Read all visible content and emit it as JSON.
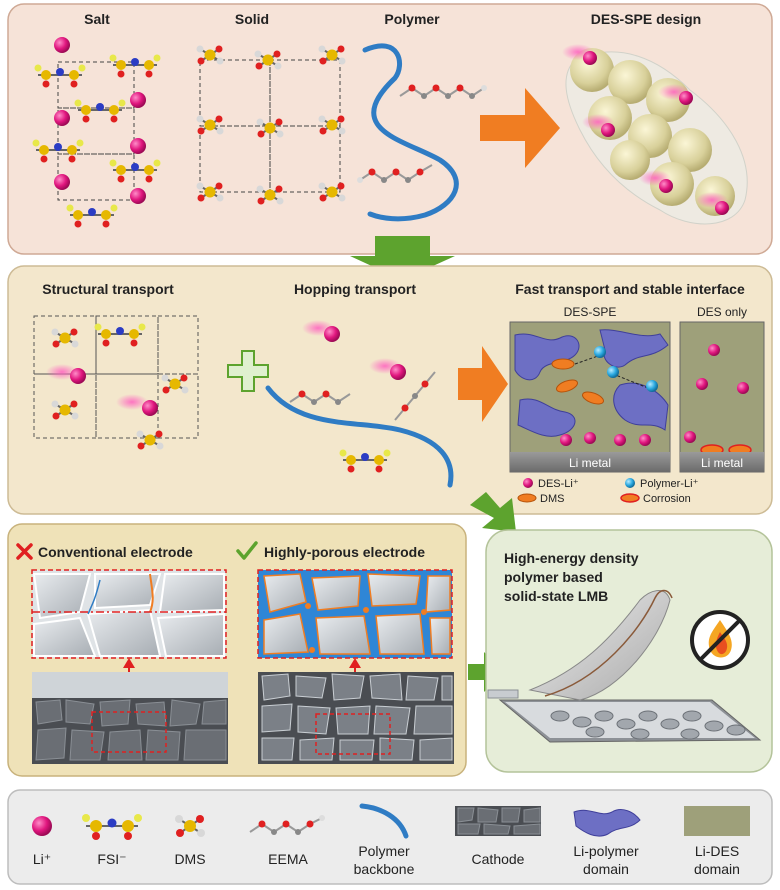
{
  "top": {
    "salt": "Salt",
    "solid": "Solid",
    "polymer": "Polymer",
    "design": "DES-SPE design"
  },
  "middle": {
    "structural": "Structural transport",
    "hopping": "Hopping transport",
    "fast": "Fast transport and stable interface",
    "des_spe": "DES-SPE",
    "des_only": "DES only",
    "li_metal_1": "Li metal",
    "li_metal_2": "Li metal",
    "legend_des_li": "DES-Li⁺",
    "legend_polymer_li": "Polymer-Li⁺",
    "legend_dms": "DMS",
    "legend_corrosion": "Corrosion"
  },
  "lower": {
    "conventional": "Conventional electrode",
    "porous": "Highly-porous electrode",
    "lmb_line1": "High-energy density",
    "lmb_line2": "polymer based",
    "lmb_line3": "solid-state LMB"
  },
  "legend": {
    "li": "Li⁺",
    "fsi": "FSI⁻",
    "dms": "DMS",
    "eema": "EEMA",
    "backbone_1": "Polymer",
    "backbone_2": "backbone",
    "cathode": "Cathode",
    "lip_1": "Li-polymer",
    "lip_2": "domain",
    "lides_1": "Li-DES",
    "lides_2": "domain"
  },
  "colors": {
    "li_ion": "#e0167e",
    "polymer_li": "#29a8e0",
    "backbone": "#2f7cc4",
    "arrow_orange": "#f07d22",
    "arrow_green": "#5da32e",
    "panel_top": "#f6e3d8",
    "panel_mid": "#f3e7cc",
    "panel_low": "#efe2b8",
    "panel_lmb": "#e6edd8",
    "li_polymer_domain": "#6d6fc4",
    "li_des_domain": "#9ea07a"
  }
}
